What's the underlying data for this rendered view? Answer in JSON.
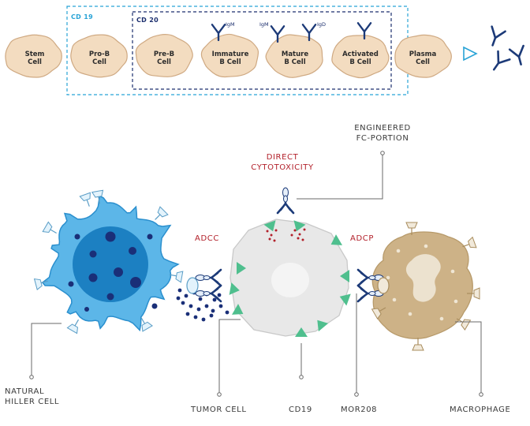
{
  "top": {
    "cd19_label": "CD 19",
    "cd20_label": "CD 20",
    "cells": [
      {
        "line1": "Stem",
        "line2": "Cell"
      },
      {
        "line1": "Pro-B",
        "line2": "Cell"
      },
      {
        "line1": "Pre-B",
        "line2": "Cell"
      },
      {
        "line1": "Immature",
        "line2": "B Cell"
      },
      {
        "line1": "Mature",
        "line2": "B Cell"
      },
      {
        "line1": "Activated",
        "line2": "B Cell"
      },
      {
        "line1": "Plasma",
        "line2": "Cell"
      }
    ],
    "ig_labels": [
      "IgM",
      "IgM",
      "IgD"
    ]
  },
  "labels": {
    "engineered_line1": "ENGINEERED",
    "engineered_line2": "FC-PORTION",
    "direct_line1": "DIRECT",
    "direct_line2": "CYTOTOXICITY",
    "adcc": "ADCC",
    "adcp": "ADCP",
    "nk_line1": "NATURAL",
    "nk_line2": "HILLER CELL",
    "tumor": "TUMOR CELL",
    "cd19": "CD19",
    "mor208": "MOR208",
    "macrophage": "MACROPHAGE"
  },
  "colors": {
    "cell_fill": "#f3dcc0",
    "cell_stroke": "#cfa982",
    "cd19_dash": "#28a3d6",
    "cd20_dash": "#1c2f6e",
    "antibody": "#1c3a78",
    "nk_outer": "#5cb6e8",
    "nk_inner": "#1c80c2",
    "nk_dots": "#1a2f78",
    "tumor_fill": "#e8e8e8",
    "receptor_green": "#4fbf8e",
    "macrophage": "#cdb287",
    "red_text": "#b2202a"
  }
}
